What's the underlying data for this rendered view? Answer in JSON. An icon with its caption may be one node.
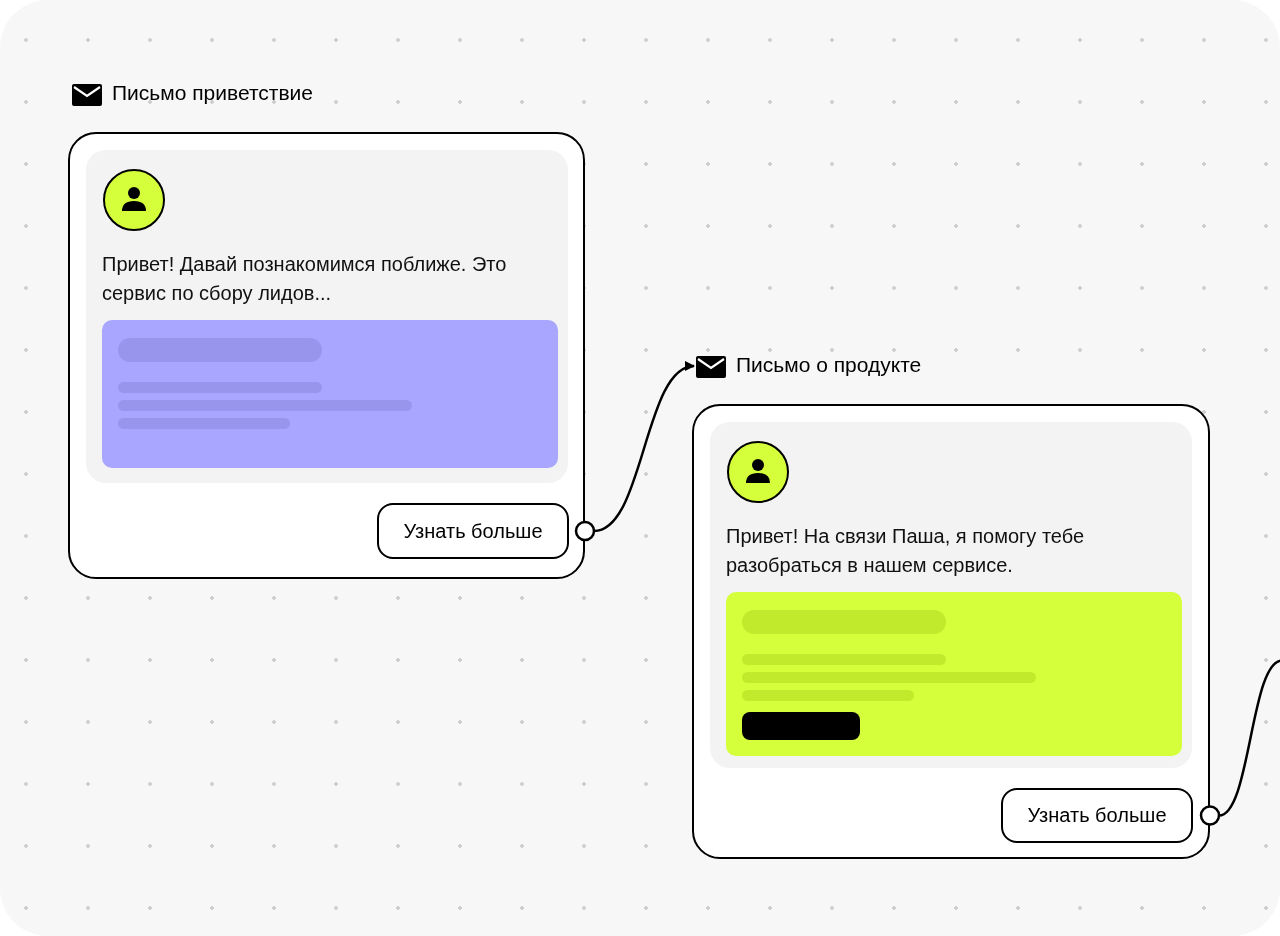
{
  "diagram": {
    "nodes": [
      {
        "text": [
          "Письмо приветствие",
          "Привет! Давай познакомимся поближе. Это сервис по сбору лидов..."
        ]
      },
      {
        "text": [
          "Узнать больше"
        ],
        "in": 0
      },
      {
        "text": [
          "Письмо о продукте",
          "Привет! На связи Паша, я помогу тебе разобраться в нашем сервисе."
        ]
      },
      {
        "text": [
          "Узнать больше"
        ],
        "in": 2
      }
    ],
    "edges": [
      {
        "from": 1,
        "to": 2,
        "arrow": "to"
      },
      {
        "from": 3,
        "to": null,
        "arrow": "other"
      }
    ]
  }
}
